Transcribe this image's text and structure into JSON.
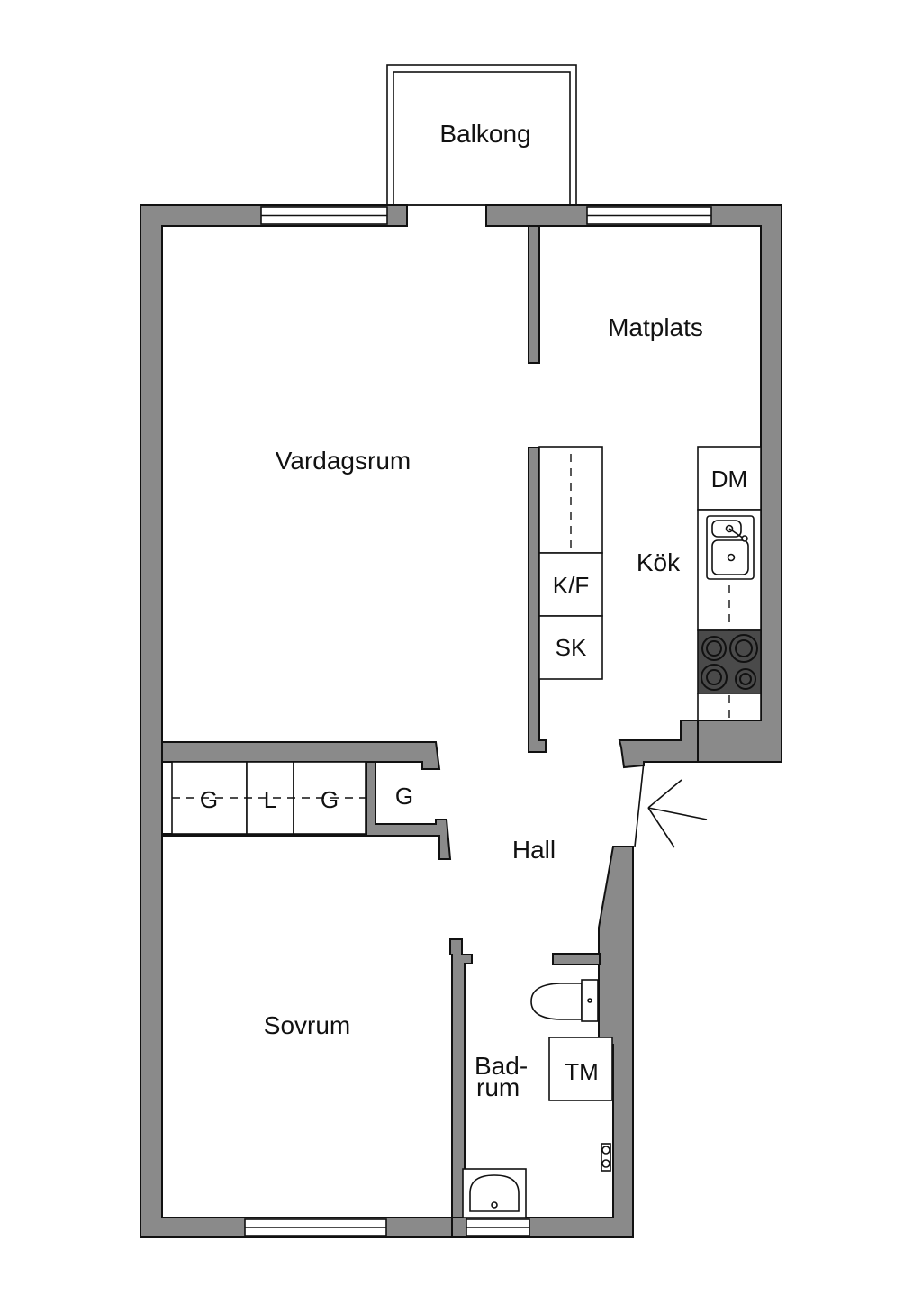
{
  "rooms": {
    "balkong": "Balkong",
    "matplats": "Matplats",
    "vardagsrum": "Vardagsrum",
    "kok": "Kök",
    "hall": "Hall",
    "sovrum": "Sovrum",
    "badrum_line1": "Bad-",
    "badrum_line2": "rum"
  },
  "fixtures": {
    "dishwasher": "DM",
    "fridge_freezer": "K/F",
    "cabinet": "SK",
    "washing_machine": "TM",
    "closet_1": "G",
    "closet_2": "L",
    "closet_3": "G",
    "closet_4": "G"
  },
  "colors": {
    "wall": "#8a8a8a",
    "stove": "#4a4a4a",
    "line": "#111111"
  },
  "icons": {
    "entrance": "arrow-icon",
    "sink": "kitchen-sink-icon",
    "stove": "stove-icon",
    "toilet": "toilet-icon",
    "washbasin": "washbasin-icon",
    "faucet": "faucet-icon"
  }
}
